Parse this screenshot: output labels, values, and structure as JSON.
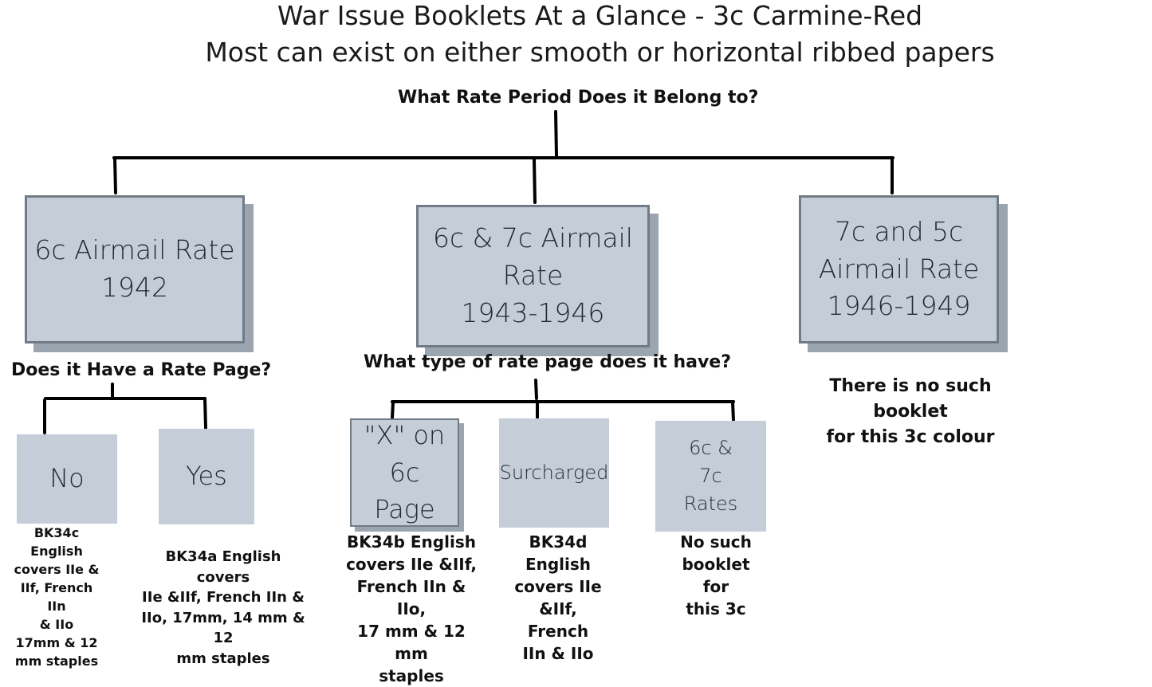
{
  "title": {
    "line1": "War Issue Booklets At a Glance - 3c Carmine-Red",
    "line2": "Most can exist on either smooth or horizontal ribbed papers"
  },
  "root_question": "What Rate Period Does it Belong to?",
  "periods": {
    "p1942": "6c Airmail Rate\n1942",
    "p1943": "6c & 7c Airmail\nRate\n1943-1946",
    "p1946": "7c and 5c\nAirmail Rate\n1946-1949"
  },
  "q_rate_page": "Does it Have a Rate Page?",
  "q_rate_type": "What type of rate page does it have?",
  "no_booklet_1946": "There is no such booklet\nfor this 3c colour",
  "options": {
    "no": "No",
    "yes": "Yes",
    "x_on_6c": "\"X\" on 6c\nPage",
    "surcharged": "Surcharged",
    "rates_6c7c": "6c &\n7c\nRates"
  },
  "notes": {
    "bk34c": "BK34c\nEnglish\ncovers IIe &\nIIf, French IIn\n& IIo\n17mm & 12\nmm staples",
    "bk34a": "BK34a English covers\nIIe &IIf, French IIn &\nIIo, 17mm, 14 mm & 12\nmm staples",
    "bk34b": "BK34b English\ncovers IIe &IIf,\nFrench IIn & IIo,\n17 mm & 12 mm\nstaples",
    "bk34d": "BK34d\nEnglish\ncovers IIe\n&IIf, French\nIIn & IIo",
    "none_6c7c": "No such\nbooklet for\nthis 3c"
  }
}
